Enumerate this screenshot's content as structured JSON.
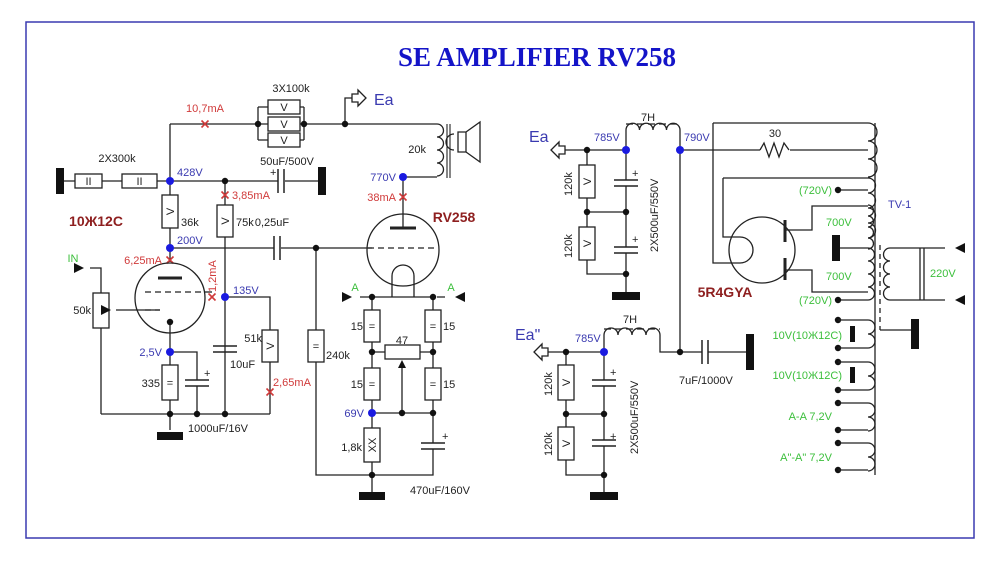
{
  "title": "SE AMPLIFIER RV258",
  "colors": {
    "border": "#3a3ab0",
    "title": "#1414c8",
    "voltage": "#3a3ab0",
    "current": "#d03a3a",
    "tube": "#8e1f1f",
    "terminal": "#3cbf3c"
  },
  "tubes": {
    "driver": "10Ж12C",
    "output": "RV258",
    "rectifier": "5R4GYA"
  },
  "components": {
    "r_anode_parallel": "3X100k",
    "r_bleeder": "2X300k",
    "c_filter": "50uF/500V",
    "r_36k": "36k",
    "r_75k": "75k",
    "c_coupling": "0,25uF",
    "r_51k": "51k",
    "c_10uF": "10uF",
    "pot_input": "50k",
    "r_cathode": "335",
    "c_cathode": "1000uF/16V",
    "r_grid": "240k",
    "r_15a": "15",
    "r_15b": "15",
    "r_15c": "15",
    "r_15d": "15",
    "pot_hum": "47",
    "r_bias": "1,8k",
    "c_bias": "470uF/160V",
    "output_transformer": "20k",
    "choke1": "7H",
    "choke2": "7H",
    "r_30": "30",
    "r_120k_1": "120k",
    "r_120k_2": "120k",
    "r_120k_3": "120k",
    "r_120k_4": "120k",
    "c_psu1": "2X500uF/550V",
    "c_psu2": "2X500uF/550V",
    "c_7uF": "7uF/1000V",
    "power_transformer": "TV-1"
  },
  "voltages": {
    "v428": "428V",
    "v200": "200V",
    "v135": "135V",
    "v2_5": "2,5V",
    "v770": "770V",
    "v69": "69V",
    "v785a": "785V",
    "v790": "790V",
    "v785b": "785V"
  },
  "currents": {
    "i10_7": "10,7mA",
    "i3_85": "3,85mA",
    "i6_25": "6,25mA",
    "i1_2": "1,2mA",
    "i2_65": "2,65mA",
    "i38": "38mA"
  },
  "terminals": {
    "ea": "Ea",
    "ea_psu": "Ea",
    "ea2": "Ea\"",
    "input": "IN",
    "fil_a1": "A",
    "fil_a2": "A"
  },
  "windings": {
    "w720a": "(720V)",
    "w700a": "700V",
    "w700b": "700V",
    "w720b": "(720V)",
    "w10a": "10V(10Ж12C)",
    "w10b": "10V(10Ж12C)",
    "waa": "A-A 7,2V",
    "waa2": "A\"-A\" 7,2V",
    "mains": "220V"
  },
  "resistor_marks": {
    "v": "V",
    "eq": "=",
    "ii": "II",
    "xx": "XX"
  }
}
